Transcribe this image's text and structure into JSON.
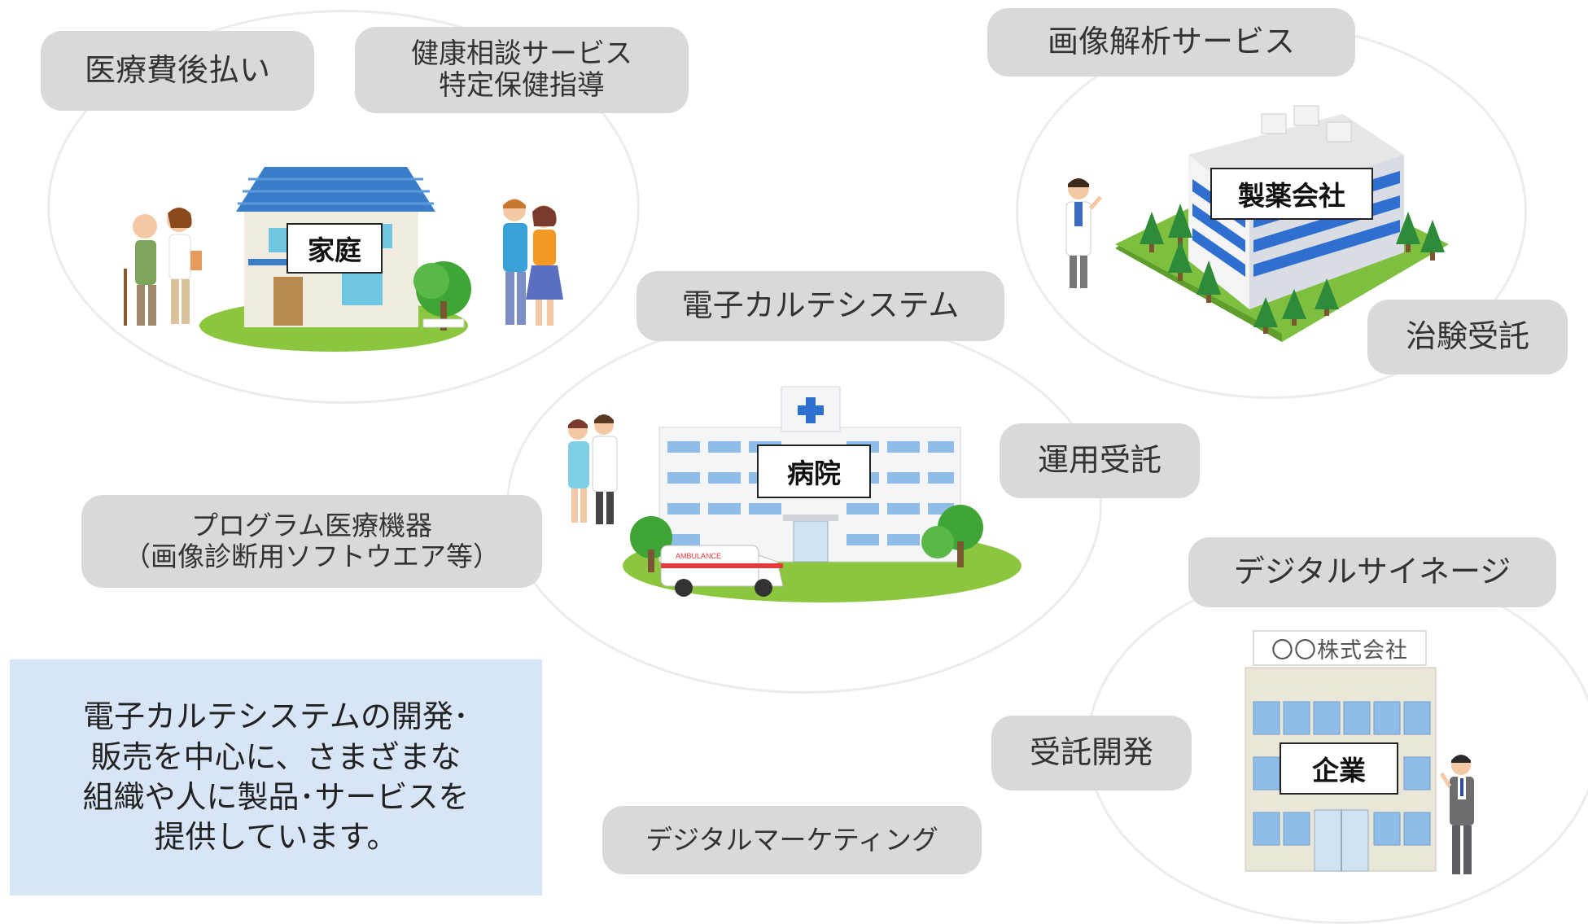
{
  "places": {
    "home": "家庭",
    "pharma": "製薬会社",
    "hospital": "病院",
    "company": "企業",
    "company_sign": "〇〇株式会社"
  },
  "services": {
    "medical_postpay": "医療費後払い",
    "health_consult_line1": "健康相談サービス",
    "health_consult_line2": "特定保健指導",
    "image_analysis": "画像解析サービス",
    "clinical_trial": "治験受託",
    "emr_system": "電子カルテシステム",
    "operation_outsourcing": "運用受託",
    "program_device_line1": "プログラム医療機器",
    "program_device_line2": "（画像診断用ソフトウエア等）",
    "digital_signage": "デジタルサイネージ",
    "contract_dev": "受託開発",
    "digital_marketing": "デジタルマーケティング"
  },
  "vehicle": {
    "ambulance_text": "AMBULANCE"
  },
  "summary": {
    "line1": "電子カルテシステムの開発･",
    "line2": "販売を中心に、さまざまな",
    "line3": "組織や人に製品･サービスを",
    "line4": "提供しています。"
  },
  "colors": {
    "pill": "#d9d9d9",
    "note": "#d7e5f7",
    "circle": "#ececec"
  }
}
